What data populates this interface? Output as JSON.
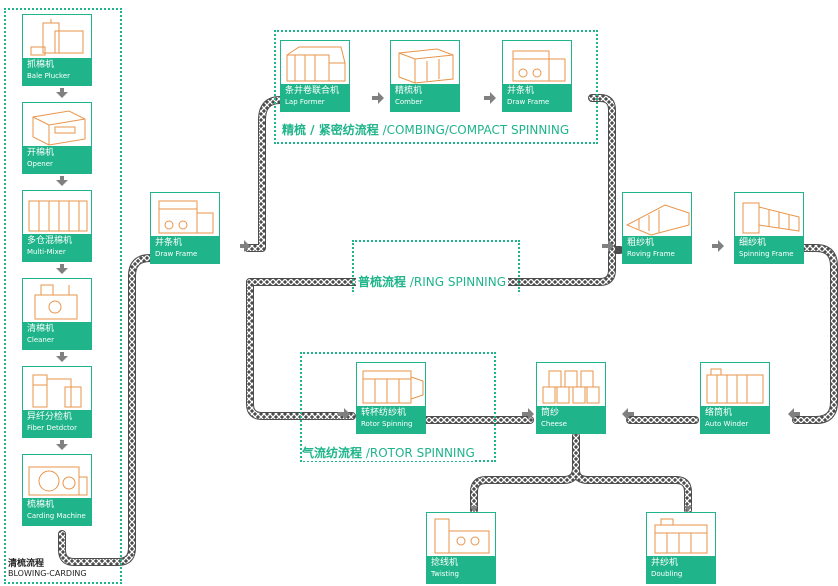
{
  "colors": {
    "accent": "#1fb48a",
    "pipe": "#4d4d4d",
    "artwork": "#e8954a"
  },
  "machines": {
    "bale_plucker": {
      "cn": "抓棉机",
      "en": "Bale Plucker"
    },
    "opener": {
      "cn": "开棉机",
      "en": "Opener"
    },
    "multi_mixer": {
      "cn": "多仓混棉机",
      "en": "Multi-Mixer"
    },
    "cleaner": {
      "cn": "清棉机",
      "en": "Cleaner"
    },
    "fiber_detector": {
      "cn": "异纤分检机",
      "en": "Fiber Detdctor"
    },
    "carding": {
      "cn": "梳棉机",
      "en": "Carding Machine"
    },
    "draw_frame_main": {
      "cn": "并条机",
      "en": "Draw Frame"
    },
    "lap_former": {
      "cn": "条并卷联合机",
      "en": "Lap Former"
    },
    "comber": {
      "cn": "精梳机",
      "en": "Comber"
    },
    "draw_frame_comb": {
      "cn": "并条机",
      "en": "Draw Frame"
    },
    "roving": {
      "cn": "粗纱机",
      "en": "Roving Frame"
    },
    "spinning": {
      "cn": "细纱机",
      "en": "Spinning Frame"
    },
    "rotor": {
      "cn": "转杯纺纱机",
      "en": "Rotor Spinning"
    },
    "cheese": {
      "cn": "筒纱",
      "en": "Cheese"
    },
    "auto_winder": {
      "cn": "络筒机",
      "en": "Auto Winder"
    },
    "twisting": {
      "cn": "捻线机",
      "en": "Twisting"
    },
    "doubling": {
      "cn": "并纱机",
      "en": "Doubling"
    }
  },
  "sections": {
    "blowing_cn": "清梳流程",
    "blowing_en": "BLOWING-CARDING",
    "combing_cn": "精梳 / 紧密纺流程",
    "combing_en": " /COMBING/COMPACT SPINNING",
    "ring_cn": "普梳流程",
    "ring_en": " /RING SPINNING",
    "rotor_cn": "气流纺流程",
    "rotor_en": " /ROTOR SPINNING"
  },
  "icons": {
    "flow_arrow": "arrow-right-icon",
    "pipe": "chain-pipe"
  }
}
